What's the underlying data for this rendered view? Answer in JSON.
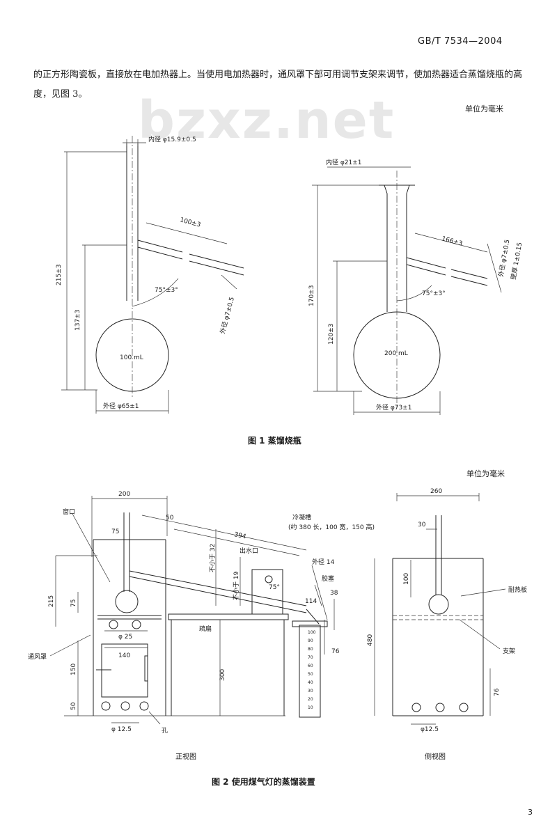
{
  "header": {
    "standard_code": "GB/T 7534—2004"
  },
  "paragraph": "的正方形陶瓷板，直接放在电加热器上。当使用电加热器时，通风罩下部可用调节支架来调节，使加热器适合蒸馏烧瓶的高度，见图 3。",
  "watermark": "bzxz.net",
  "figure1": {
    "unit": "单位为毫米",
    "caption": "图 1   蒸馏烧瓶",
    "left_flask": {
      "inner_diameter": "内径 φ15.9±0.5",
      "side_length": "100±3",
      "total_height": "215±3",
      "lower_height": "137±3",
      "angle": "75°±3°",
      "side_outer": "外径 φ7±0.5",
      "volume": "100 mL",
      "outer_diameter": "外径 φ65±1"
    },
    "right_flask": {
      "inner_diameter": "内径 φ21±1",
      "side_length": "166±3",
      "total_height": "170±3",
      "lower_height": "120±3",
      "angle": "75°±3°",
      "side_outer": "外径 φ7±0.5",
      "wall": "壁厚 1±0.15",
      "volume": "200 mL",
      "outer_diameter": "外径 φ73±1"
    }
  },
  "figure2": {
    "unit": "单位为毫米",
    "caption": "图 2   使用煤气灯的蒸馏装置",
    "front_view_label": "正视图",
    "side_view_label": "侧视图",
    "front": {
      "window": "窗口",
      "width_200": "200",
      "dim_50": "50",
      "dim_75": "75",
      "dim_394": "394",
      "condenser": "冷凝槽",
      "condenser_size": "(约 380 长，100 宽，150 高)",
      "outlet": "出水口",
      "outer_dia_14": "外径 14",
      "rubber_plug": "胶塞",
      "not_less_32": "不小于 32",
      "not_less_19": "不小于 19",
      "angle_75": "75°",
      "dim_114": "114",
      "dim_38": "38",
      "dim_76": "76",
      "dim_215": "215",
      "dim_75b": "75",
      "phi_25": "φ 25",
      "phi_140": "140",
      "dim_150": "150",
      "dim_50b": "50",
      "phi_12_5": "φ 12.5",
      "holes": "孔",
      "wind_screen": "通风罩",
      "drain": "疏扁",
      "dim_300": "300",
      "cyl_ticks": [
        "100",
        "90",
        "80",
        "70",
        "60",
        "50",
        "40",
        "30",
        "20",
        "10"
      ]
    },
    "side": {
      "width_260": "260",
      "dim_30": "30",
      "dim_100": "100",
      "dim_480": "480",
      "dim_76": "76",
      "phi_12_5": "φ12.5",
      "shield": "耐热板",
      "support": "支架"
    }
  },
  "page_number": "3"
}
